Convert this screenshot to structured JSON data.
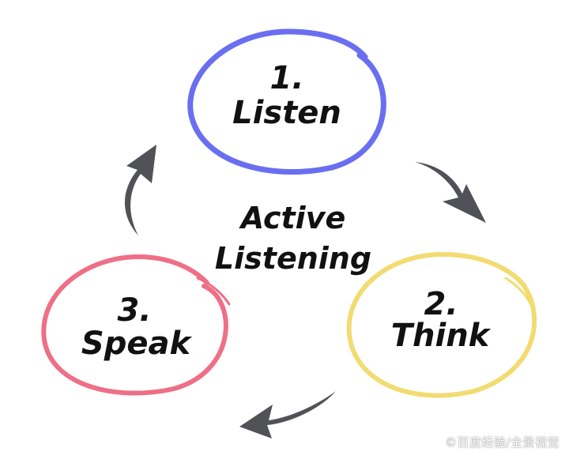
{
  "center": {
    "line1": "Active",
    "line2": "Listening"
  },
  "steps": [
    {
      "number": "1.",
      "label": "Listen",
      "color": "#6a6ef0"
    },
    {
      "number": "2.",
      "label": "Think",
      "color": "#f2dc72"
    },
    {
      "number": "3.",
      "label": "Speak",
      "color": "#ee6f86"
    }
  ],
  "arrow_color": "#505258",
  "watermark": "©百度经验/全景视觉"
}
